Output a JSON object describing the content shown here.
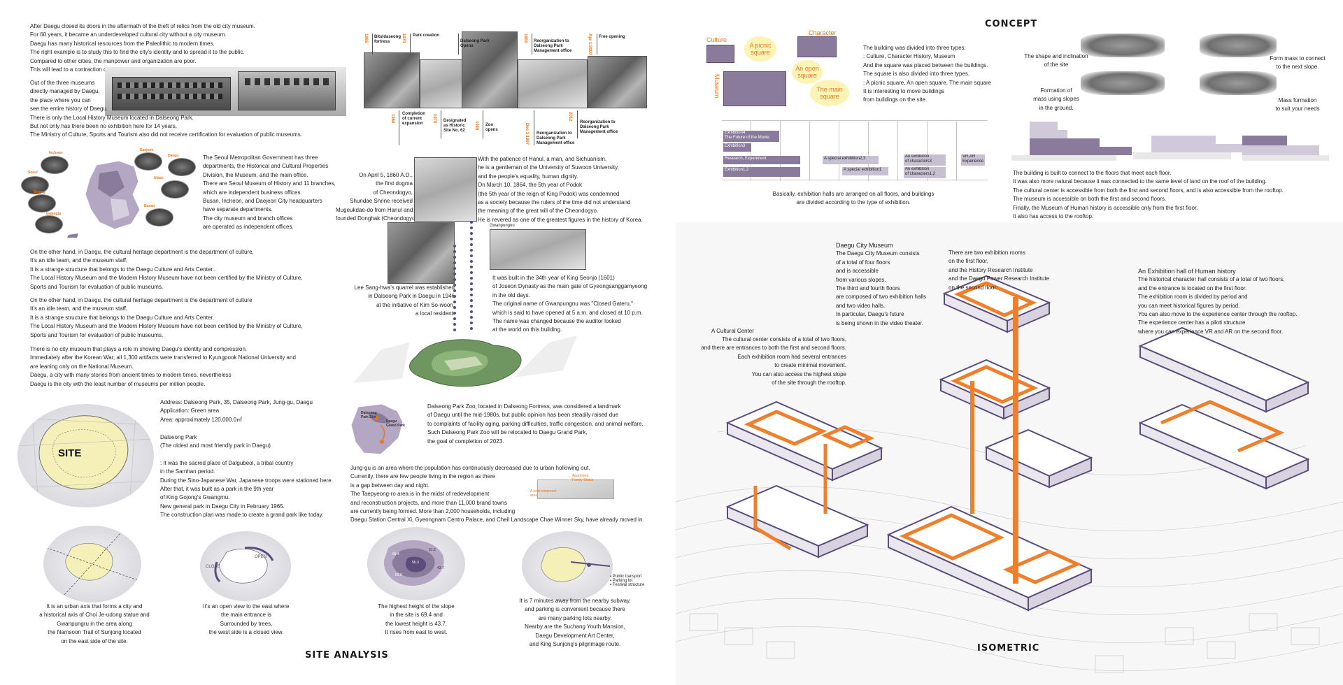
{
  "sections": {
    "site_analysis_title": "SITE ANALYSIS",
    "concept_title": "CONCEPT",
    "isometric_title": "ISOMETRIC"
  },
  "intro": {
    "lines": [
      "After Daegu closed its doors in the aftermath of the theft of relics from the old city museum.",
      "For 60 years, it became an underdeveloped cultural city without a city museum.",
      "Daegu has many historical resources from the Paleolithic to modern times.",
      "The right example is to study this to find the city's identity and to spread it to the public.",
      "Compared to other cities, the manpower and organization are poor.",
      "This will lead to a contraction of civic cultural life and urban humanities."
    ],
    "lines2": [
      "Out of the three museums",
      "directly managed by Daegu,",
      "the place where you can",
      "see the entire history of Daegu.",
      "There is only the Local History Museum located in Dalseong Park.",
      "But not only has there been no exhibition here for 14 years,",
      "The Ministry of Culture, Sports and Tourism also did not receive certification for evaluation of public museums."
    ]
  },
  "timeline": {
    "labels_top": [
      "Bituldaseong\nfortress",
      "Park\ncreation",
      "Dalseong Park\nOpens",
      "Reorganization\nto Dalseong Park\nManagement office",
      "Free\nopening"
    ],
    "years_top": [
      "1965",
      "1970",
      "1983",
      "Apr 1 2000"
    ],
    "labels_bottom": [
      "Completion\nof\ncurrent\nexpansion",
      "Designated\nas\nHistoric\nSite No. 62",
      "Zoo\nopens",
      "Reorganization\nto Dalseong Park\nManagement office",
      "Reorganization\nto Dalseong Park\nManagement office"
    ],
    "years_bottom": [
      "1966",
      "1970",
      "1989",
      "Dec 1 1997",
      "2012"
    ]
  },
  "seoul": {
    "lines": [
      "The Seoul Metropolitan Government has three",
      "departments, the Historical and Cultural Properties",
      "Division, the Museum, and the main office.",
      "There are Seoul Museum of History and 11 branches,",
      "which are independent business offices.",
      "Busan, Incheon, and Daejeon City headquarters",
      "have separate departments.",
      "The city museum and branch offices",
      "are operated as independent offices."
    ],
    "map_labels": [
      "Seoul",
      "Busan",
      "Incheon",
      "Gwangju",
      "Daejeon",
      "Ulsan",
      "Sejong",
      "Daegu"
    ]
  },
  "donghak": {
    "left_lines": [
      "On April 5, 1860 A.D.,",
      "the first dogma",
      "of Cheondogyo,",
      "Shundae Shrine received",
      "Mugeukdae-do from Hanul and",
      "founded Donghak (Cheondogyo)."
    ],
    "right_lines": [
      "With the patience of Hanul, a man, and Sichuanism,",
      "he is a gentleman of the University of Suwoon University,",
      "and the people's equality, human dignity.",
      "On March 10, 1864, the 5th year of Podok",
      "(the 5th year of the reign of King Podok) was condemned",
      "as a society because the rulers of the time did not understand",
      "the meaning of the great will of the Cheondogyo.",
      "He is revered as one of the greatest figures in the history of Korea."
    ],
    "quarrel_lines": [
      "Lee Sang-hwa's quarrel was established",
      "in Dalseong Park in Daegu in 1946",
      "at the initiative of Kim So-woon,",
      "a local resident."
    ],
    "gate_caption": "Gwanpungnu",
    "gate_lines": [
      "It was built in the 34th year of King Seonjo (1601)",
      "of Joseon Dynasty as the main gate of Gyeongsanggamyeong",
      "in the old days.",
      "The original name of Gwanpungnu was \"Closed Gateru,\"",
      "which is said to have opened at 5 a.m. and closed at 10 p.m.",
      "The name was changed because the auditor looked",
      "at the world on this building."
    ]
  },
  "certification": {
    "block1": [
      "On the other hand, in Daegu, the cultural heritage department is the department of culture,",
      "It's an idle team, and the museum staff,",
      "It is a strange structure that belongs to the Daegu Culture and Arts Center..",
      "The Local History Museum and the Modern History Museum have not been certified by the Ministry of Culture,",
      "Sports and Tourism for evaluation of public museums."
    ],
    "block2": [
      "On the other hand, in Daegu, the cultural heritage department is the department of culture",
      "It's an idle team, and the museum staff,",
      "It is a strange structure that belongs to the Daegu Culture and Arts Center.",
      "The Local History Museum and the Modern History Museum have not been certified by the Ministry of Culture,",
      "Sports and Tourism for evaluation of public museums."
    ],
    "block3": [
      "There is no city museum that plays a role in showing Daegu's identity and compression.",
      "Immediately after the Korean War, all 1,300 artifacts were transferred to Kyungpook National University and",
      "are leaning only on the National Museum.",
      "Daegu, a city with many stories from ancient times to modern times, nevertheless",
      "Daegu is the city with the least number of museums per million people."
    ]
  },
  "site": {
    "label": "SITE",
    "info_lines": [
      "Address: Dalseong Park, 35, Dalseong Park, Jung-gu, Daegu",
      "Application: Green area",
      "Area: approximately 120,000.0㎡",
      "",
      "Dalseong Park",
      "(The oldest and most friendly park in Daegu)",
      "",
      ": It was the sacred place of Dalgubeol, a tribal country",
      "  in the Samhan period.",
      "During the Sino-Japanese War, Japanese troops were stationed here.",
      "After that, it was built as a park in the 9th year",
      "of King Gojong's Gwangmu.",
      "New general park in Daegu City in February 1965.",
      "The construction plan was made to create a grand park like today."
    ]
  },
  "zoo": {
    "map_labels": [
      "Dalseong\nPark Zoo",
      "Daegu\nGrand Park"
    ],
    "lines": [
      "Dalseong Park Zoo, located in Dalseong Fortress, was considered a landmark",
      "of Daegu until the mid-1980s, but public opinion has been steadily raised due",
      "to complaints of facility aging, parking difficulties, traffic congestion, and animal welfare.",
      "Such Dalseong Park Zoo will be relocated to Daegu Grand Park,",
      "the goal of completion of 2023."
    ]
  },
  "junggu": {
    "lines": [
      "Jung-gu is an area where the population has continuously decreased due to urban hollowing out.",
      "Currently, there are few people living in the region as there",
      "is a gap between day and night.",
      "The Taepyeong-ro area is in the midst of redevelopment",
      "and reconstruction projects, and more than 11,000 brand towns",
      "are currently being formed. More than 2,000 households, including",
      "Daegu Station Central Xi, Gyeongnam Centro Palace, and Cheil Landscape Chae Winner Sky, have already moved in."
    ],
    "tags": [
      "Apartment\nFamily Status",
      "A redevelopment\narea"
    ]
  },
  "analysis_circles": [
    {
      "caption": [
        "It is an urban axis that forms a city and",
        "a historical axis of Choi Je-udong statue and",
        "Gwanpungru in the area along",
        "the Namsoon Trail of Sunjong located",
        "on the east side of the site."
      ]
    },
    {
      "caption": [
        "It's an open view to the east where",
        "the main entrance is",
        "Surrounded by trees,",
        "the west side is a closed view."
      ],
      "labels": [
        "CLOSE",
        "OPEN"
      ]
    },
    {
      "caption": [
        "The highest height of the slope",
        "in the site is 69.4 and",
        "the lowest height is 43.7.",
        "It rises from east to west."
      ],
      "labels": [
        "69.4",
        "56.3",
        "43.7",
        "51.2",
        "63.0"
      ]
    },
    {
      "caption": [
        "It is 7 minutes away from the nearby subway,",
        "and parking is convenient because there",
        "are many parking lots nearby.",
        "Nearby are the Suchang Youth Mansion,",
        "Daegu Development Art Center,",
        "and King Sunjong's pilgrimage route."
      ],
      "legend": [
        "Public transport",
        "Parking lot",
        "Festival structure"
      ]
    }
  ],
  "concept": {
    "types": [
      "Culture",
      "Character",
      "Museum"
    ],
    "squares": [
      "A picnic\nsquare",
      "An open\nsquare",
      "The main\nsquare"
    ],
    "lines": [
      "The building was divided into three types.",
      ": Culture, Character History, Museum",
      "And the square was placed between the buildings.",
      "The square is also divided into three types.",
      ": A picnic square, An open square, The main square",
      "It is interesting to move buildings",
      "from buildings on the site."
    ],
    "form_labels": [
      "The shape and inclination\nof the site",
      "Form mass to connect\nto the next slope.",
      "Formation of\nmass using slopes\nin the ground.",
      "Mass formation\nto suit your needs"
    ],
    "program": {
      "bars": [
        {
          "label": "Exhibition4\nThe Future of the Movie",
          "style": "dark"
        },
        {
          "label": "Exhibition3",
          "style": "dark"
        },
        {
          "label": "Research, Experiment",
          "style": "dark"
        },
        {
          "label": "A special exhibition2,3",
          "style": "light"
        },
        {
          "label": "An exhibition\nof characters3",
          "style": "light"
        },
        {
          "label": "VR,AR\nExperience",
          "style": "light"
        },
        {
          "label": "Exhibition1,2",
          "style": "dark"
        },
        {
          "label": "A special exhibition1",
          "style": "light"
        },
        {
          "label": "An exhibition\nof characters1,2",
          "style": "light"
        }
      ],
      "caption": [
        "Basically, exhibition halls are arranged on all floors, and buildings",
        "are divided according to the type of exhibition."
      ]
    },
    "floor_lines": [
      "The building is built to connect to the floors that meet each floor.",
      "It was also more natural because it was connected to the same level of land on the roof of the building.",
      "The cultural center is accessible from both the first and second floors, and is also accessible from the rooftop.",
      "The museum is accessible on both the first and second floors.",
      "Finally, the Museum of Human history is accessible only from the first floor.",
      "It also has access to the rooftop."
    ]
  },
  "isometric": {
    "museum": {
      "title": "Daegu City Museum",
      "lines": [
        "The Daegu City Museum consists",
        "of a total of four floors",
        "and is accessible",
        "from various slopes.",
        "The third and fourth floors",
        "are composed of two exhibition halls",
        "and two video halls.",
        "In particular, Daegu's future",
        "is being shown in the video theater."
      ]
    },
    "rooms": [
      "There are two exhibition rooms",
      "on the first floor,",
      "and the History Research Institute",
      "and the Daegu Power Research Institute",
      "on the second floor."
    ],
    "human_history": {
      "title": "An Exhibition hall of Human history",
      "lines": [
        "The historical character hall consists of a total of two floors,",
        "and the entrance is located on the first floor.",
        "The exhibition room is divided by period and",
        "you can meet historical figures by period.",
        "You can also move to the experience center through the rooftop.",
        "The experience center has a piloti structure",
        "where you can experience VR and AR on the second floor."
      ]
    },
    "cultural": {
      "title": "A Cultural Center",
      "lines": [
        "The cultural center consists of a total of two floors,",
        "and there are entrances to both the first and second floors.",
        "Each exhibition room had several entrances",
        "to create minimal movement.",
        "You can also access the highest slope",
        "of the site through the rooftop."
      ]
    }
  },
  "colors": {
    "accent": "#e87722",
    "purple": "#8a7a9b",
    "light_purple": "#c7bfd2",
    "yellow": "#fbf4b5"
  }
}
